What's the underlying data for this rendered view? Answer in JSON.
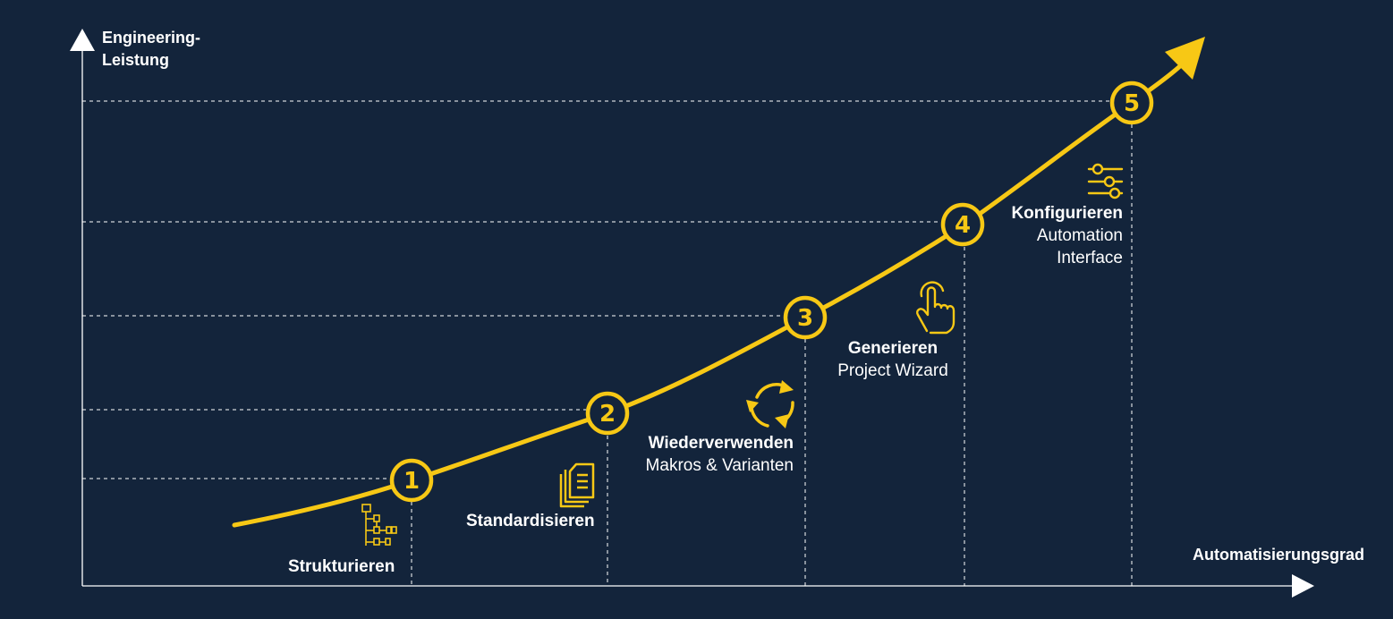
{
  "axes": {
    "y_title_line1": "Engineering-",
    "y_title_line2": "Leistung",
    "x_title": "Automatisierungsgrad"
  },
  "colors": {
    "background": "#13243b",
    "accent": "#f7c815",
    "guides": "#ffffff",
    "text": "#ffffff"
  },
  "steps": [
    {
      "number": "1",
      "title": "Strukturieren",
      "subtitle": "",
      "icon": "tree-structure-icon"
    },
    {
      "number": "2",
      "title": "Standardisieren",
      "subtitle": "",
      "icon": "documents-stack-icon"
    },
    {
      "number": "3",
      "title": "Wiederverwenden",
      "subtitle": "Makros & Varianten",
      "icon": "reuse-cycle-icon"
    },
    {
      "number": "4",
      "title": "Generieren",
      "subtitle": "Project Wizard",
      "icon": "pointing-hand-icon"
    },
    {
      "number": "5",
      "title": "Konfigurieren",
      "subtitle_line1": "Automation",
      "subtitle_line2": "Interface",
      "icon": "sliders-icon"
    }
  ]
}
